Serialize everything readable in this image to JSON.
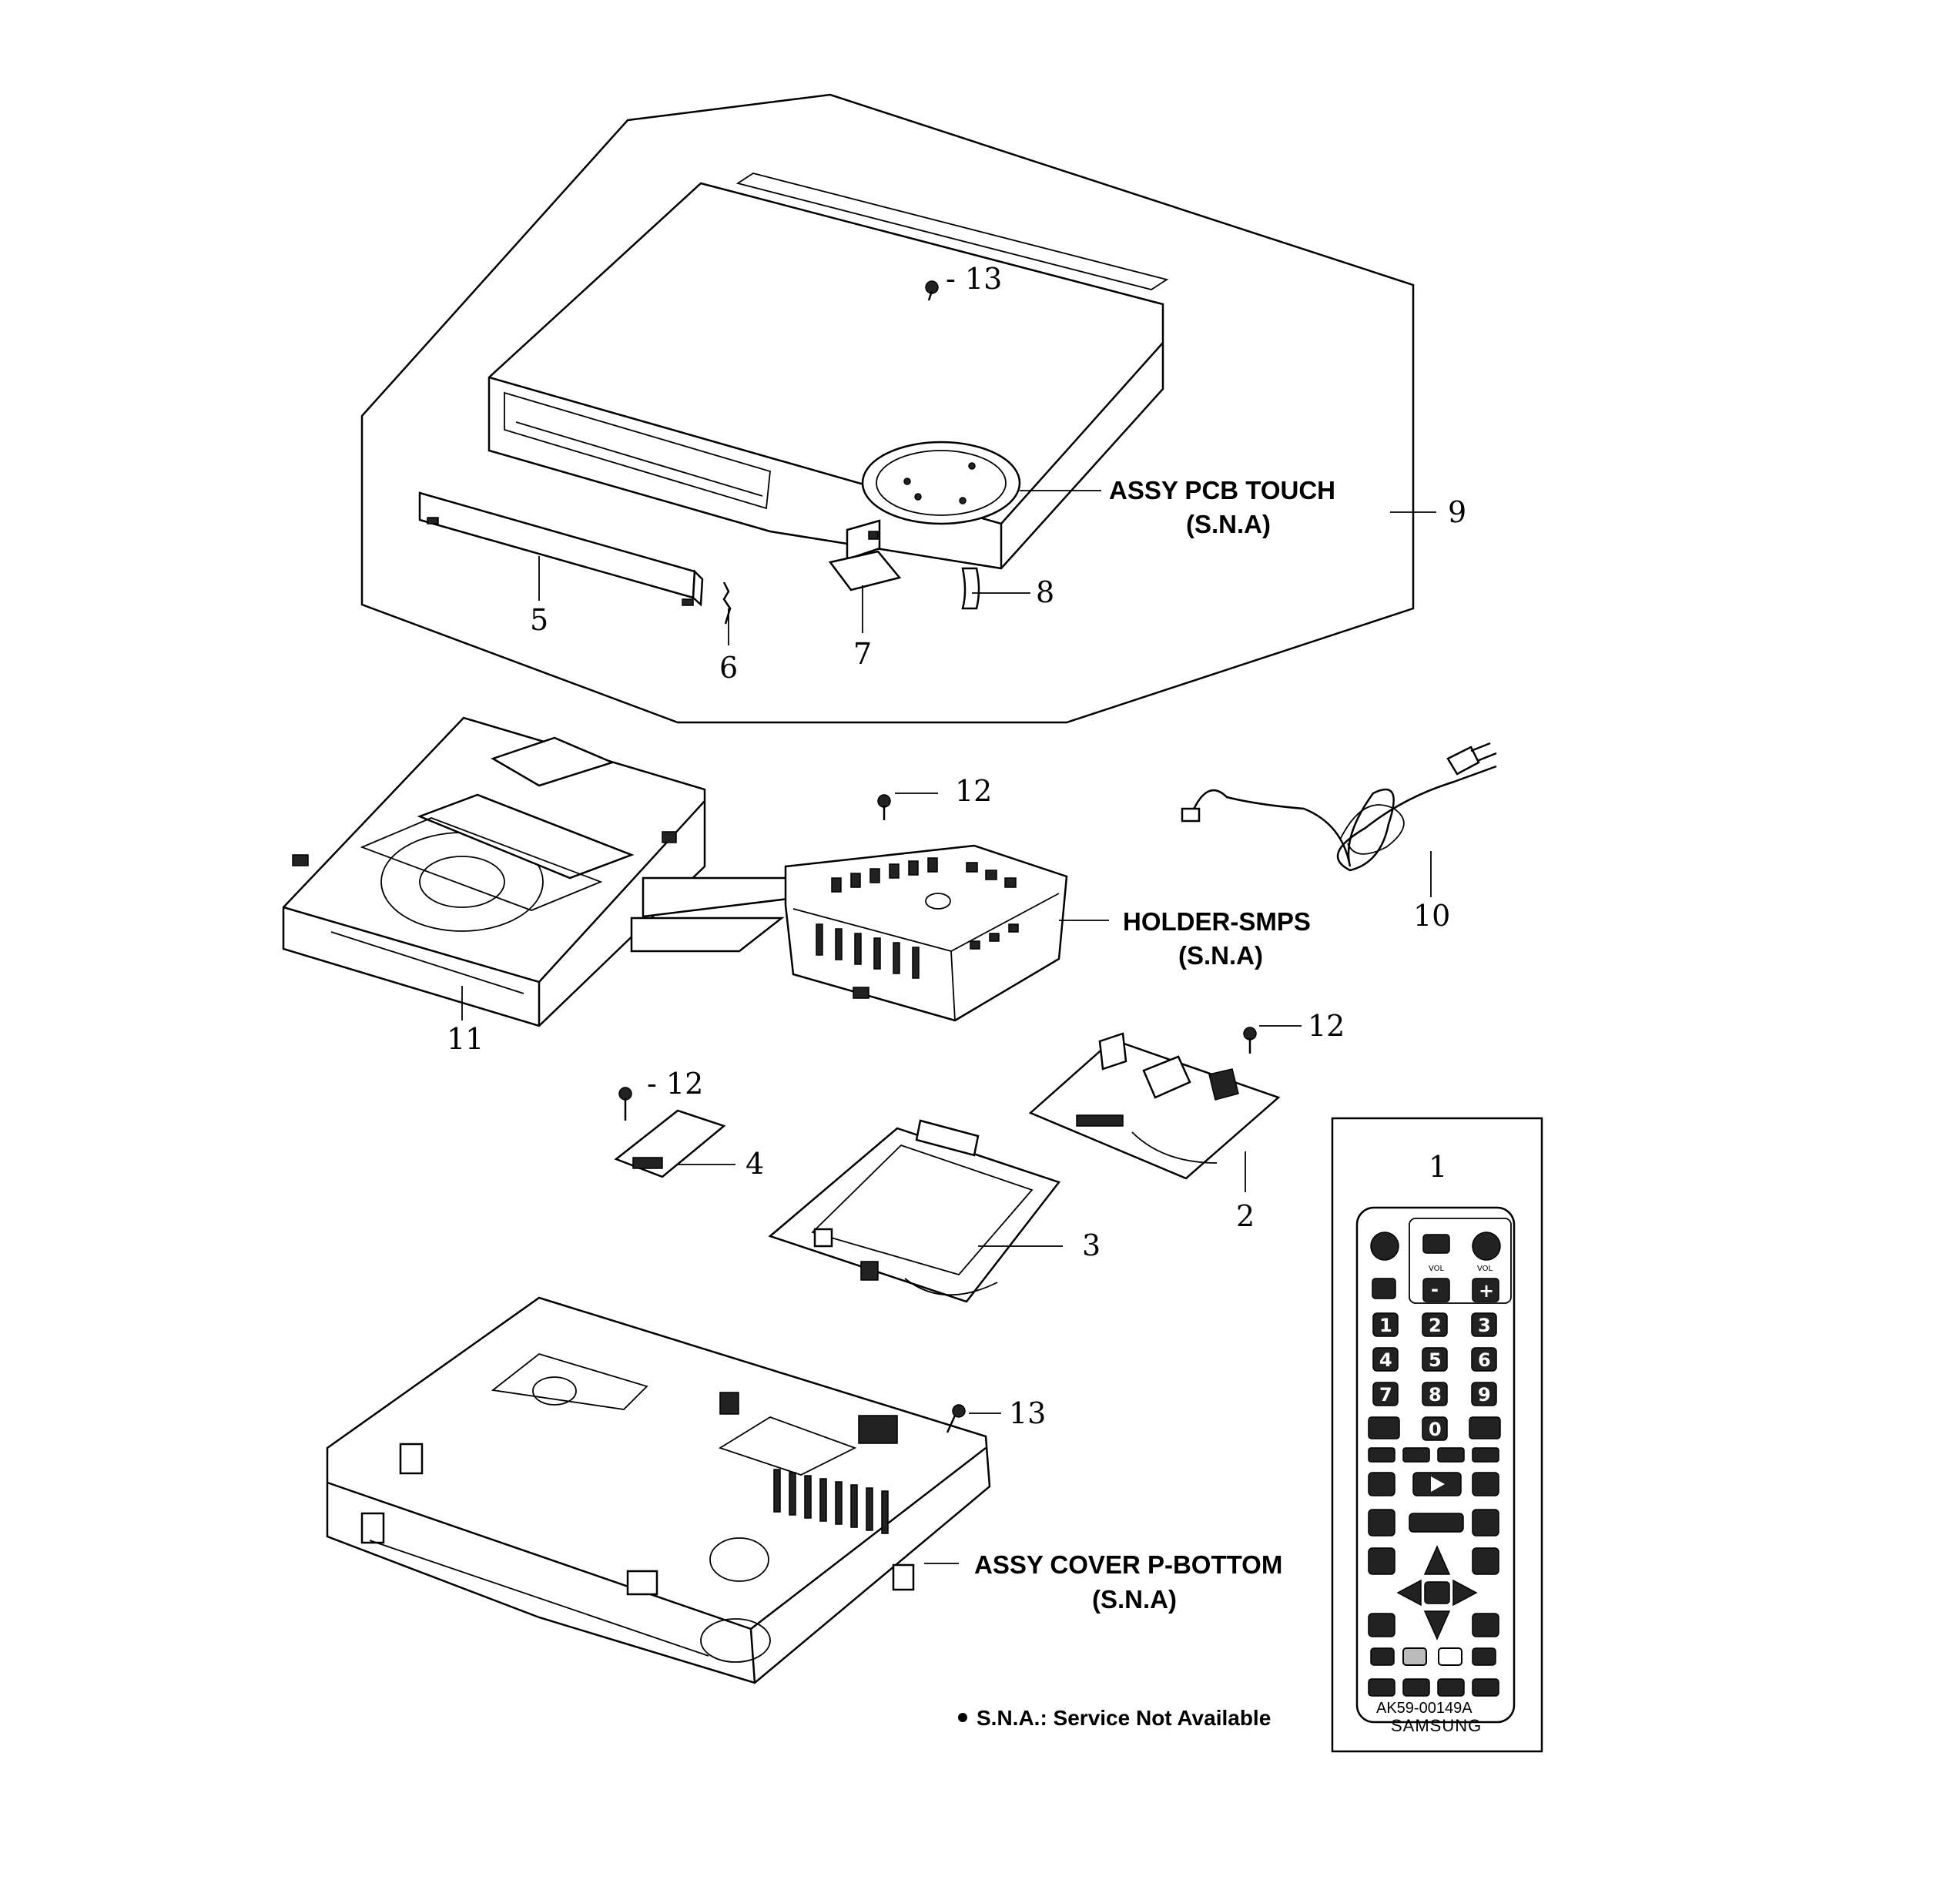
{
  "callouts": {
    "n1": "1",
    "n2": "2",
    "n3": "3",
    "n4": "4",
    "n5": "5",
    "n6": "6",
    "n7": "7",
    "n8": "8",
    "n9": "9",
    "n10": "10",
    "n11": "11",
    "n12a": "12",
    "n12b": "12",
    "n12c": "- 12",
    "n13a": "- 13",
    "n13b": "13"
  },
  "labels": {
    "pcb_touch": "ASSY PCB TOUCH",
    "pcb_touch_sna": "(S.N.A)",
    "holder_smps": "HOLDER-SMPS",
    "holder_smps_sna": "(S.N.A)",
    "cover_bottom": "ASSY COVER P-BOTTOM",
    "cover_bottom_sna": "(S.N.A)"
  },
  "note": "S.N.A.: Service Not Available",
  "remote": {
    "model": "AK59-00149A",
    "brand": "SAMSUNG",
    "vol_left": "VOL",
    "vol_right": "VOL",
    "vol_minus": "-",
    "vol_plus": "+",
    "digits": [
      "1",
      "2",
      "3",
      "4",
      "5",
      "6",
      "7",
      "8",
      "9",
      "0"
    ]
  }
}
